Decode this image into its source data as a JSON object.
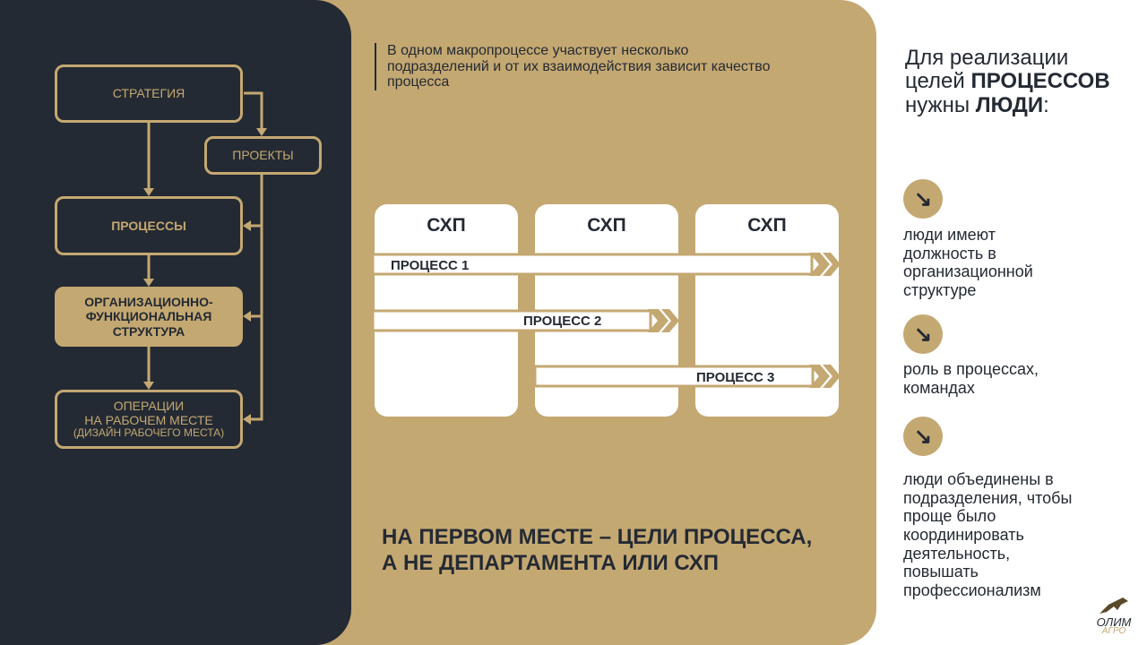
{
  "left": {
    "strategy": "СТРАТЕГИЯ",
    "projects": "ПРОЕКТЫ",
    "processes": "ПРОЦЕССЫ",
    "org": "ОРГАНИЗАЦИОННО-ФУНКЦИОНАЛЬНАЯ СТРУКТУРА",
    "ops1": "ОПЕРАЦИИ",
    "ops2": "НА РАБОЧЕМ МЕСТЕ",
    "ops3": "(ДИЗАЙН РАБОЧЕГО МЕСТА)"
  },
  "middle": {
    "quote": "В одном макропроцессе участвует несколько подразделений и от их взаимодействия зависит качество процесса",
    "columns": [
      "СХП",
      "СХП",
      "СХП"
    ],
    "processes": [
      "ПРОЦЕСС 1",
      "ПРОЦЕСС 2",
      "ПРОЦЕСС 3"
    ],
    "bottom1": "НА ПЕРВОМ МЕСТЕ – ЦЕЛИ ПРОЦЕССА,",
    "bottom2": "А НЕ ДЕПАРТАМЕНТА  ИЛИ СХП"
  },
  "right": {
    "t1": "Для реализации",
    "t2": "целей ",
    "t3": "ПРОЦЕССОВ",
    "t4": "нужны ",
    "t5": "ЛЮДИ",
    "t6": ":",
    "items": [
      "люди имеют должность в организационной структуре",
      "роль в процессах, командах",
      "люди объединены в подразделения, чтобы проще было координировать деятельность, повышать профессионализм"
    ],
    "icon": "arrow-down-right-icon"
  },
  "logo": {
    "l1": "ОЛИМ",
    "l2": "АГРО"
  },
  "colors": {
    "gold": "#c4a872",
    "dark": "#242a33"
  }
}
